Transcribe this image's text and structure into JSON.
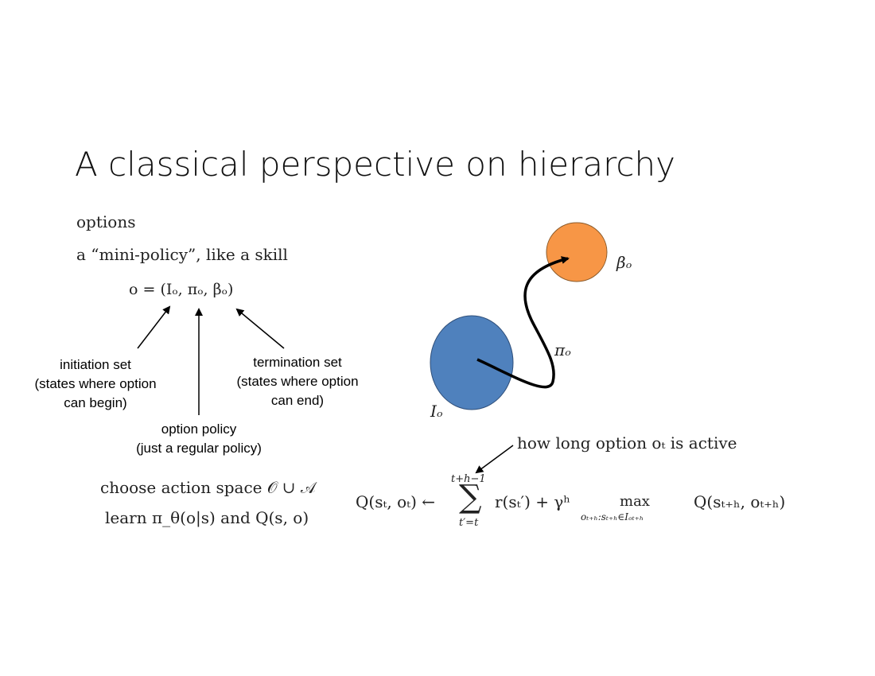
{
  "slide": {
    "title": "A classical perspective on hierarchy",
    "options_label": "options",
    "mini_policy": "a “mini-policy”, like a skill",
    "option_tuple": "o = (Iₒ, πₒ, βₒ)",
    "initiation_set": [
      "initiation set",
      "(states where option",
      "can begin)"
    ],
    "option_policy": [
      "option policy",
      "(just a regular policy)"
    ],
    "termination_set": [
      "termination set",
      "(states where option",
      "can end)"
    ],
    "action_space": "choose action space 𝒪 ∪ 𝒜",
    "learn": "learn π_θ(o|s) and Q(s, o)"
  },
  "diagram": {
    "start_label": "Iₒ",
    "end_label": "βₒ",
    "policy_label": "πₒ",
    "start_color": "#4f81bd",
    "end_color": "#f79646",
    "annotation": "how long option oₜ is active"
  },
  "equation": {
    "lhs": "Q(sₜ, oₜ) ←",
    "sum_top": "t+h−1",
    "sum_sym": "∑",
    "sum_bottom": "t′=t",
    "reward": "r(sₜ′) + γʰ",
    "max": "max",
    "max_sub": "oₜ₊ₕ:sₜ₊ₕ∈Iₒₜ₊ₕ",
    "rhs": "Q(sₜ₊ₕ, oₜ₊ₕ)"
  }
}
